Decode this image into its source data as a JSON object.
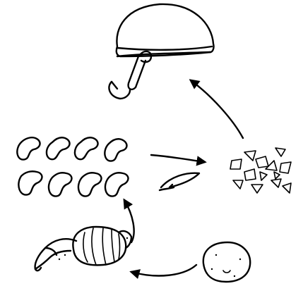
{
  "diagram": {
    "steps": [
      {
        "id": "whole-orange",
        "icon": "orange-icon"
      },
      {
        "id": "peeled-orange",
        "icon": "peeled-orange-icon"
      },
      {
        "id": "orange-segments",
        "icon": "orange-segments-icon"
      },
      {
        "id": "knife",
        "icon": "knife-icon"
      },
      {
        "id": "diced-pieces",
        "icon": "diced-pieces-icon"
      },
      {
        "id": "bowl-with-spoon",
        "icon": "bowl-spoon-icon"
      }
    ],
    "arrows": [
      {
        "from": "whole-orange",
        "to": "peeled-orange"
      },
      {
        "from": "peeled-orange",
        "to": "orange-segments"
      },
      {
        "from": "orange-segments",
        "to": "diced-pieces"
      },
      {
        "from": "diced-pieces",
        "to": "bowl-with-spoon"
      }
    ],
    "colors": {
      "ink": "#000000",
      "background": "#ffffff"
    }
  }
}
